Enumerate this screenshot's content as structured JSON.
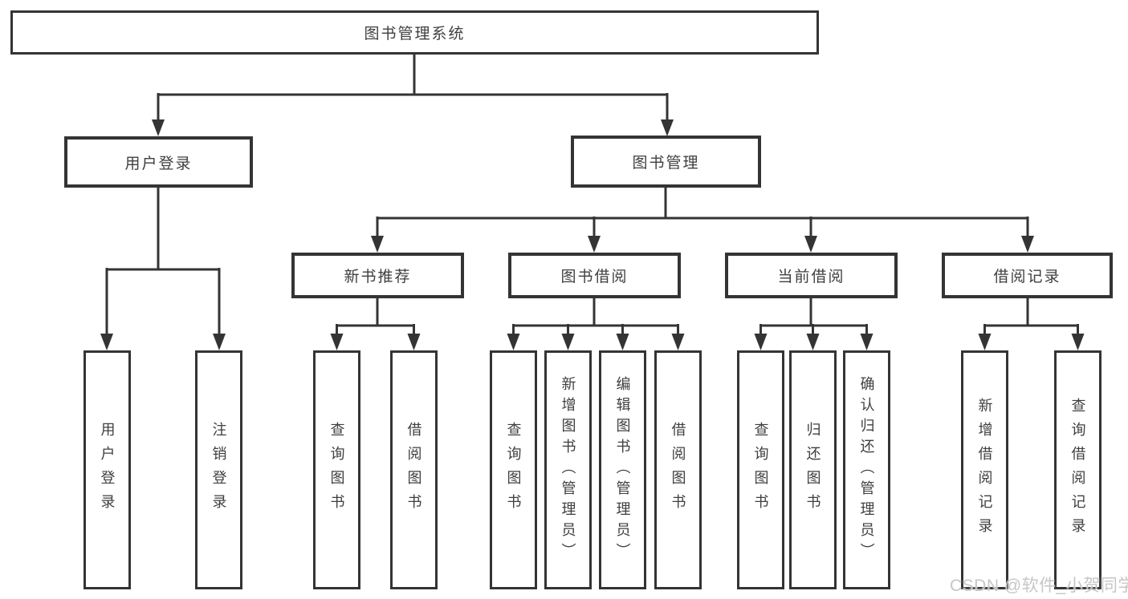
{
  "colors": {
    "line": "#343434",
    "text": "#3f3f3f",
    "watermark": "#c6c6c6",
    "background": "#ffffff"
  },
  "tree": {
    "root": {
      "label": "图书管理系统"
    },
    "branches": [
      {
        "label": "用户登录",
        "children": [
          {
            "label": "用户登录"
          },
          {
            "label": "注销登录"
          }
        ]
      },
      {
        "label": "图书管理",
        "groups": [
          {
            "label": "新书推荐",
            "children": [
              {
                "label": "查询图书"
              },
              {
                "label": "借阅图书"
              }
            ]
          },
          {
            "label": "图书借阅",
            "children": [
              {
                "label": "查询图书"
              },
              {
                "label": "新增图书（管理员）"
              },
              {
                "label": "编辑图书（管理员）"
              },
              {
                "label": "借阅图书"
              }
            ]
          },
          {
            "label": "当前借阅",
            "children": [
              {
                "label": "查询图书"
              },
              {
                "label": "归还图书"
              },
              {
                "label": "确认归还（管理员）"
              }
            ]
          },
          {
            "label": "借阅记录",
            "children": [
              {
                "label": "新增借阅记录"
              },
              {
                "label": "查询借阅记录"
              }
            ]
          }
        ]
      }
    ]
  },
  "watermark": {
    "text": "CSDN @软件_小贺同学"
  }
}
